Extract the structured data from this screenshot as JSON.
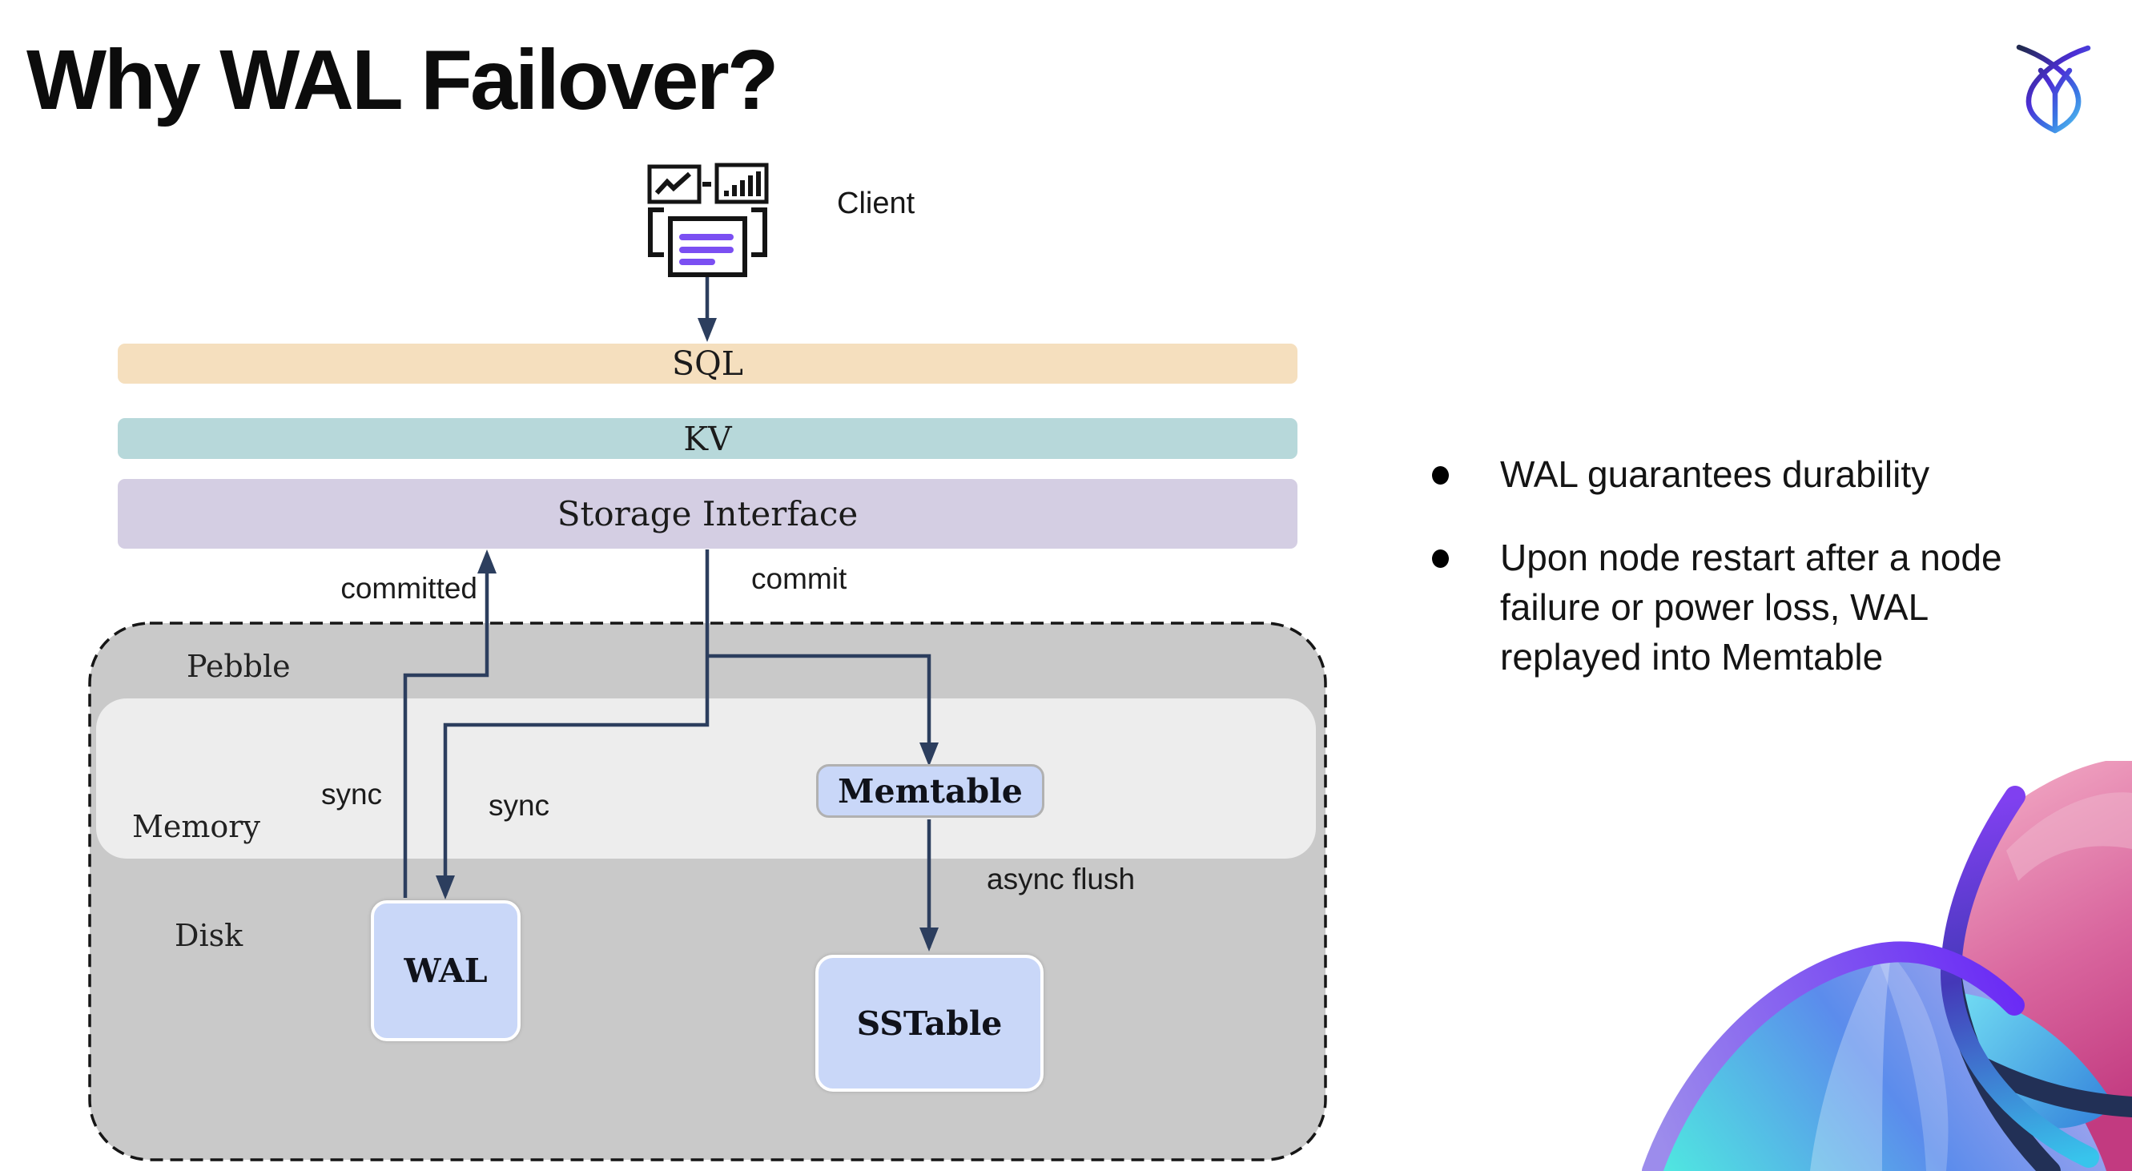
{
  "slide": {
    "title": "Why WAL Failover?"
  },
  "diagram": {
    "client_label": "Client",
    "layers": [
      {
        "id": "sql",
        "label": "SQL",
        "color": "#f5dfbe"
      },
      {
        "id": "kv",
        "label": "KV",
        "color": "#b7d8da"
      },
      {
        "id": "storage",
        "label": "Storage Interface",
        "color": "#d4cee3"
      }
    ],
    "pebble": {
      "label": "Pebble",
      "memory_label": "Memory",
      "disk_label": "Disk",
      "box_color": "#c9c9c9",
      "memory_band_color": "#ededed"
    },
    "nodes": [
      {
        "id": "wal",
        "label": "WAL"
      },
      {
        "id": "memtable",
        "label": "Memtable"
      },
      {
        "id": "sstable",
        "label": "SSTable"
      }
    ],
    "node_fill": "#c9d7f8",
    "edges": {
      "committed": "committed",
      "commit": "commit",
      "sync_left": "sync",
      "sync_right": "sync",
      "async_flush": "async flush"
    },
    "arrow_color": "#2c3e5e"
  },
  "bullets": [
    "WAL guarantees durability",
    "Upon node restart after a node failure or power loss, WAL replayed into Memtable"
  ],
  "icons": {
    "client_icon": "client-workstation-icon",
    "logo_icon": "cockroachdb-logo-icon",
    "corner_art": "cockroachdb-brand-graphic"
  },
  "colors": {
    "title": "#0c0c0c",
    "purple_doc_lines": "#7b4ff2",
    "logo_navy": "#222a50",
    "logo_purple": "#4c2ed6",
    "logo_cyan": "#55c8f0",
    "art_pink": "#c23a80",
    "art_cyan": "#4fe9e0",
    "art_purple": "#6a2af5"
  }
}
